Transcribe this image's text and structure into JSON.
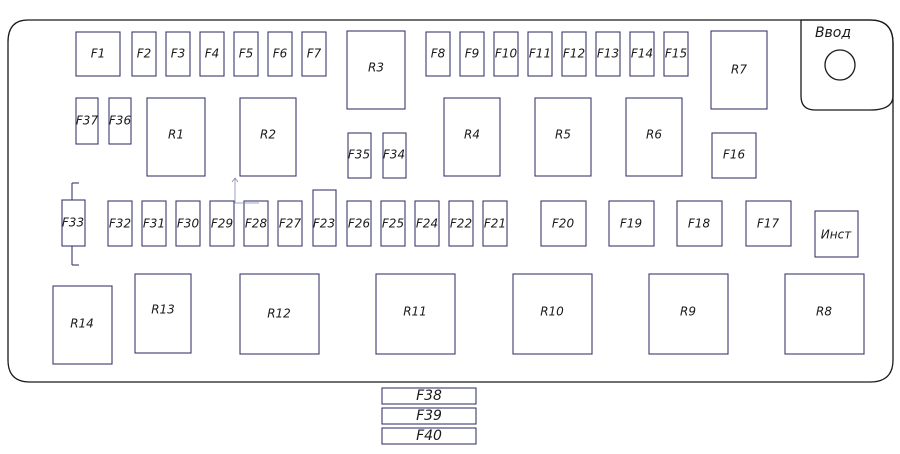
{
  "diagram": {
    "input_label": "Ввод",
    "instrument_label": "Инст",
    "fuses": {
      "F1": "F1",
      "F2": "F2",
      "F3": "F3",
      "F4": "F4",
      "F5": "F5",
      "F6": "F6",
      "F7": "F7",
      "F8": "F8",
      "F9": "F9",
      "F10": "F10",
      "F11": "F11",
      "F12": "F12",
      "F13": "F13",
      "F14": "F14",
      "F15": "F15",
      "F16": "F16",
      "F17": "F17",
      "F18": "F18",
      "F19": "F19",
      "F20": "F20",
      "F21": "F21",
      "F22": "F22",
      "F23": "F23",
      "F24": "F24",
      "F25": "F25",
      "F26": "F26",
      "F27": "F27",
      "F28": "F28",
      "F29": "F29",
      "F30": "F30",
      "F31": "F31",
      "F32": "F32",
      "F33": "F33",
      "F34": "F34",
      "F35": "F35",
      "F36": "F36",
      "F37": "F37",
      "F38": "F38",
      "F39": "F39",
      "F40": "F40"
    },
    "relays": {
      "R1": "R1",
      "R2": "R2",
      "R3": "R3",
      "R4": "R4",
      "R5": "R5",
      "R6": "R6",
      "R7": "R7",
      "R8": "R8",
      "R9": "R9",
      "R10": "R10",
      "R11": "R11",
      "R12": "R12",
      "R13": "R13",
      "R14": "R14"
    }
  }
}
